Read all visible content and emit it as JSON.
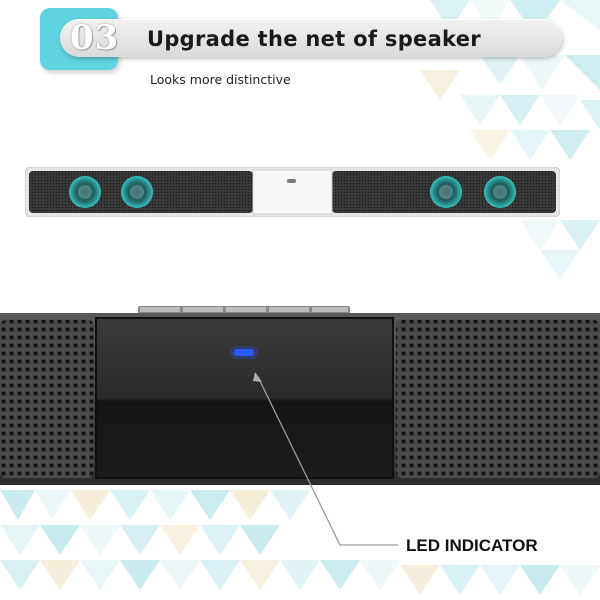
{
  "header": {
    "step_number": "03",
    "title": "Upgrade the net of speaker",
    "subtitle": "Looks more distinctive"
  },
  "callout": {
    "label": "LED INDICATOR"
  },
  "colors": {
    "badge": "#5fd3e0",
    "led": "#2a5cff",
    "speaker_body": "#2b2b2b",
    "woofer_glow": "#27b7b7"
  }
}
